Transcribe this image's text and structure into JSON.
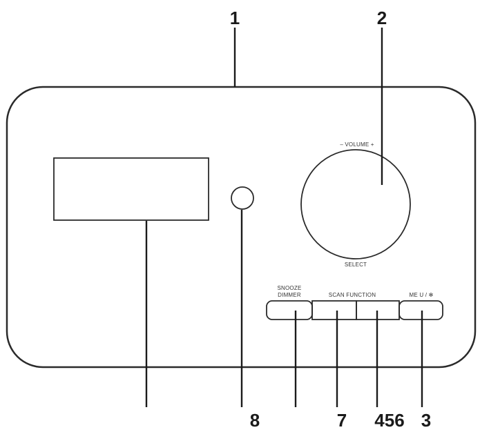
{
  "callouts": {
    "c1": "1",
    "c2": "2",
    "c3": "3",
    "c456": "456",
    "c7": "7",
    "c8": "8"
  },
  "labels": {
    "volume": "– VOLUME +",
    "select": "SELECT",
    "snooze": "SNOOZE",
    "dimmer": "DIMMER",
    "scan_function": "SCAN FUNCTION",
    "menu": "ME U / ✻"
  }
}
